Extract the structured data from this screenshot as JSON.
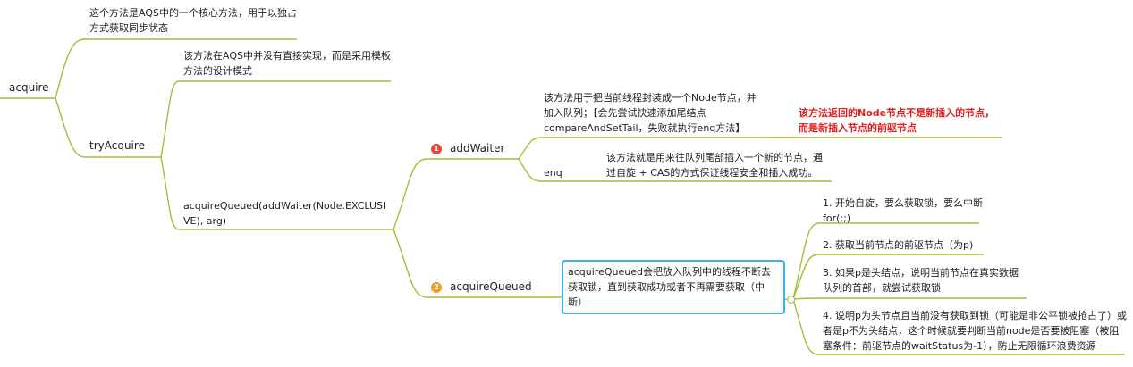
{
  "nodes": {
    "root": "acquire",
    "root_note": "这个方法是AQS中的一个核心方法，用于以独占方式获取同步状态",
    "try_acquire": "tryAcquire",
    "try_acquire_note": "该方法在AQS中并没有直接实现，而是采用模板方法的设计模式",
    "acquire_queued_call": "acquireQueued(addWaiter(Node.EXCLUSIVE), arg)",
    "add_waiter": {
      "badge": "1",
      "label": "addWaiter",
      "note": "该方法用于把当前线程封装成一个Node节点，并加入队列；【会先尝试快速添加尾结点compareAndSetTail，失败就执行enq方法】",
      "return_note": "该方法返回的Node节点不是新插入的节点，而是新插入节点的前驱节点",
      "enq_label": "enq",
      "enq_note": "该方法就是用来往队列尾部插入一个新的节点，通过自旋 + CAS的方式保证线程安全和插入成功。"
    },
    "acquire_queued": {
      "badge": "2",
      "label": "acquireQueued",
      "box_text": "acquireQueued会把放入队列中的线程不断去获取锁，直到获取成功或者不再需要获取（中断）",
      "steps": [
        "1. 开始自旋，要么获取锁，要么中断for(;;)",
        "2. 获取当前节点的前驱节点（为p)",
        "3. 如果p是头结点，说明当前节点在真实数据队列的首部，就尝试获取锁",
        "4. 说明p为头节点且当前没有获取到锁（可能是非公平锁被抢占了）或者是p不为头结点，这个时候就要判断当前node是否要被阻塞（被阻塞条件：前驱节点的waitStatus为-1），防止无限循环浪费资源"
      ]
    }
  },
  "colors": {
    "link": "#9cc23a",
    "highlight_text": "#e02020",
    "box_border": "#3eb0e6",
    "badge1": "#e8473a",
    "badge2": "#f29a2e"
  }
}
